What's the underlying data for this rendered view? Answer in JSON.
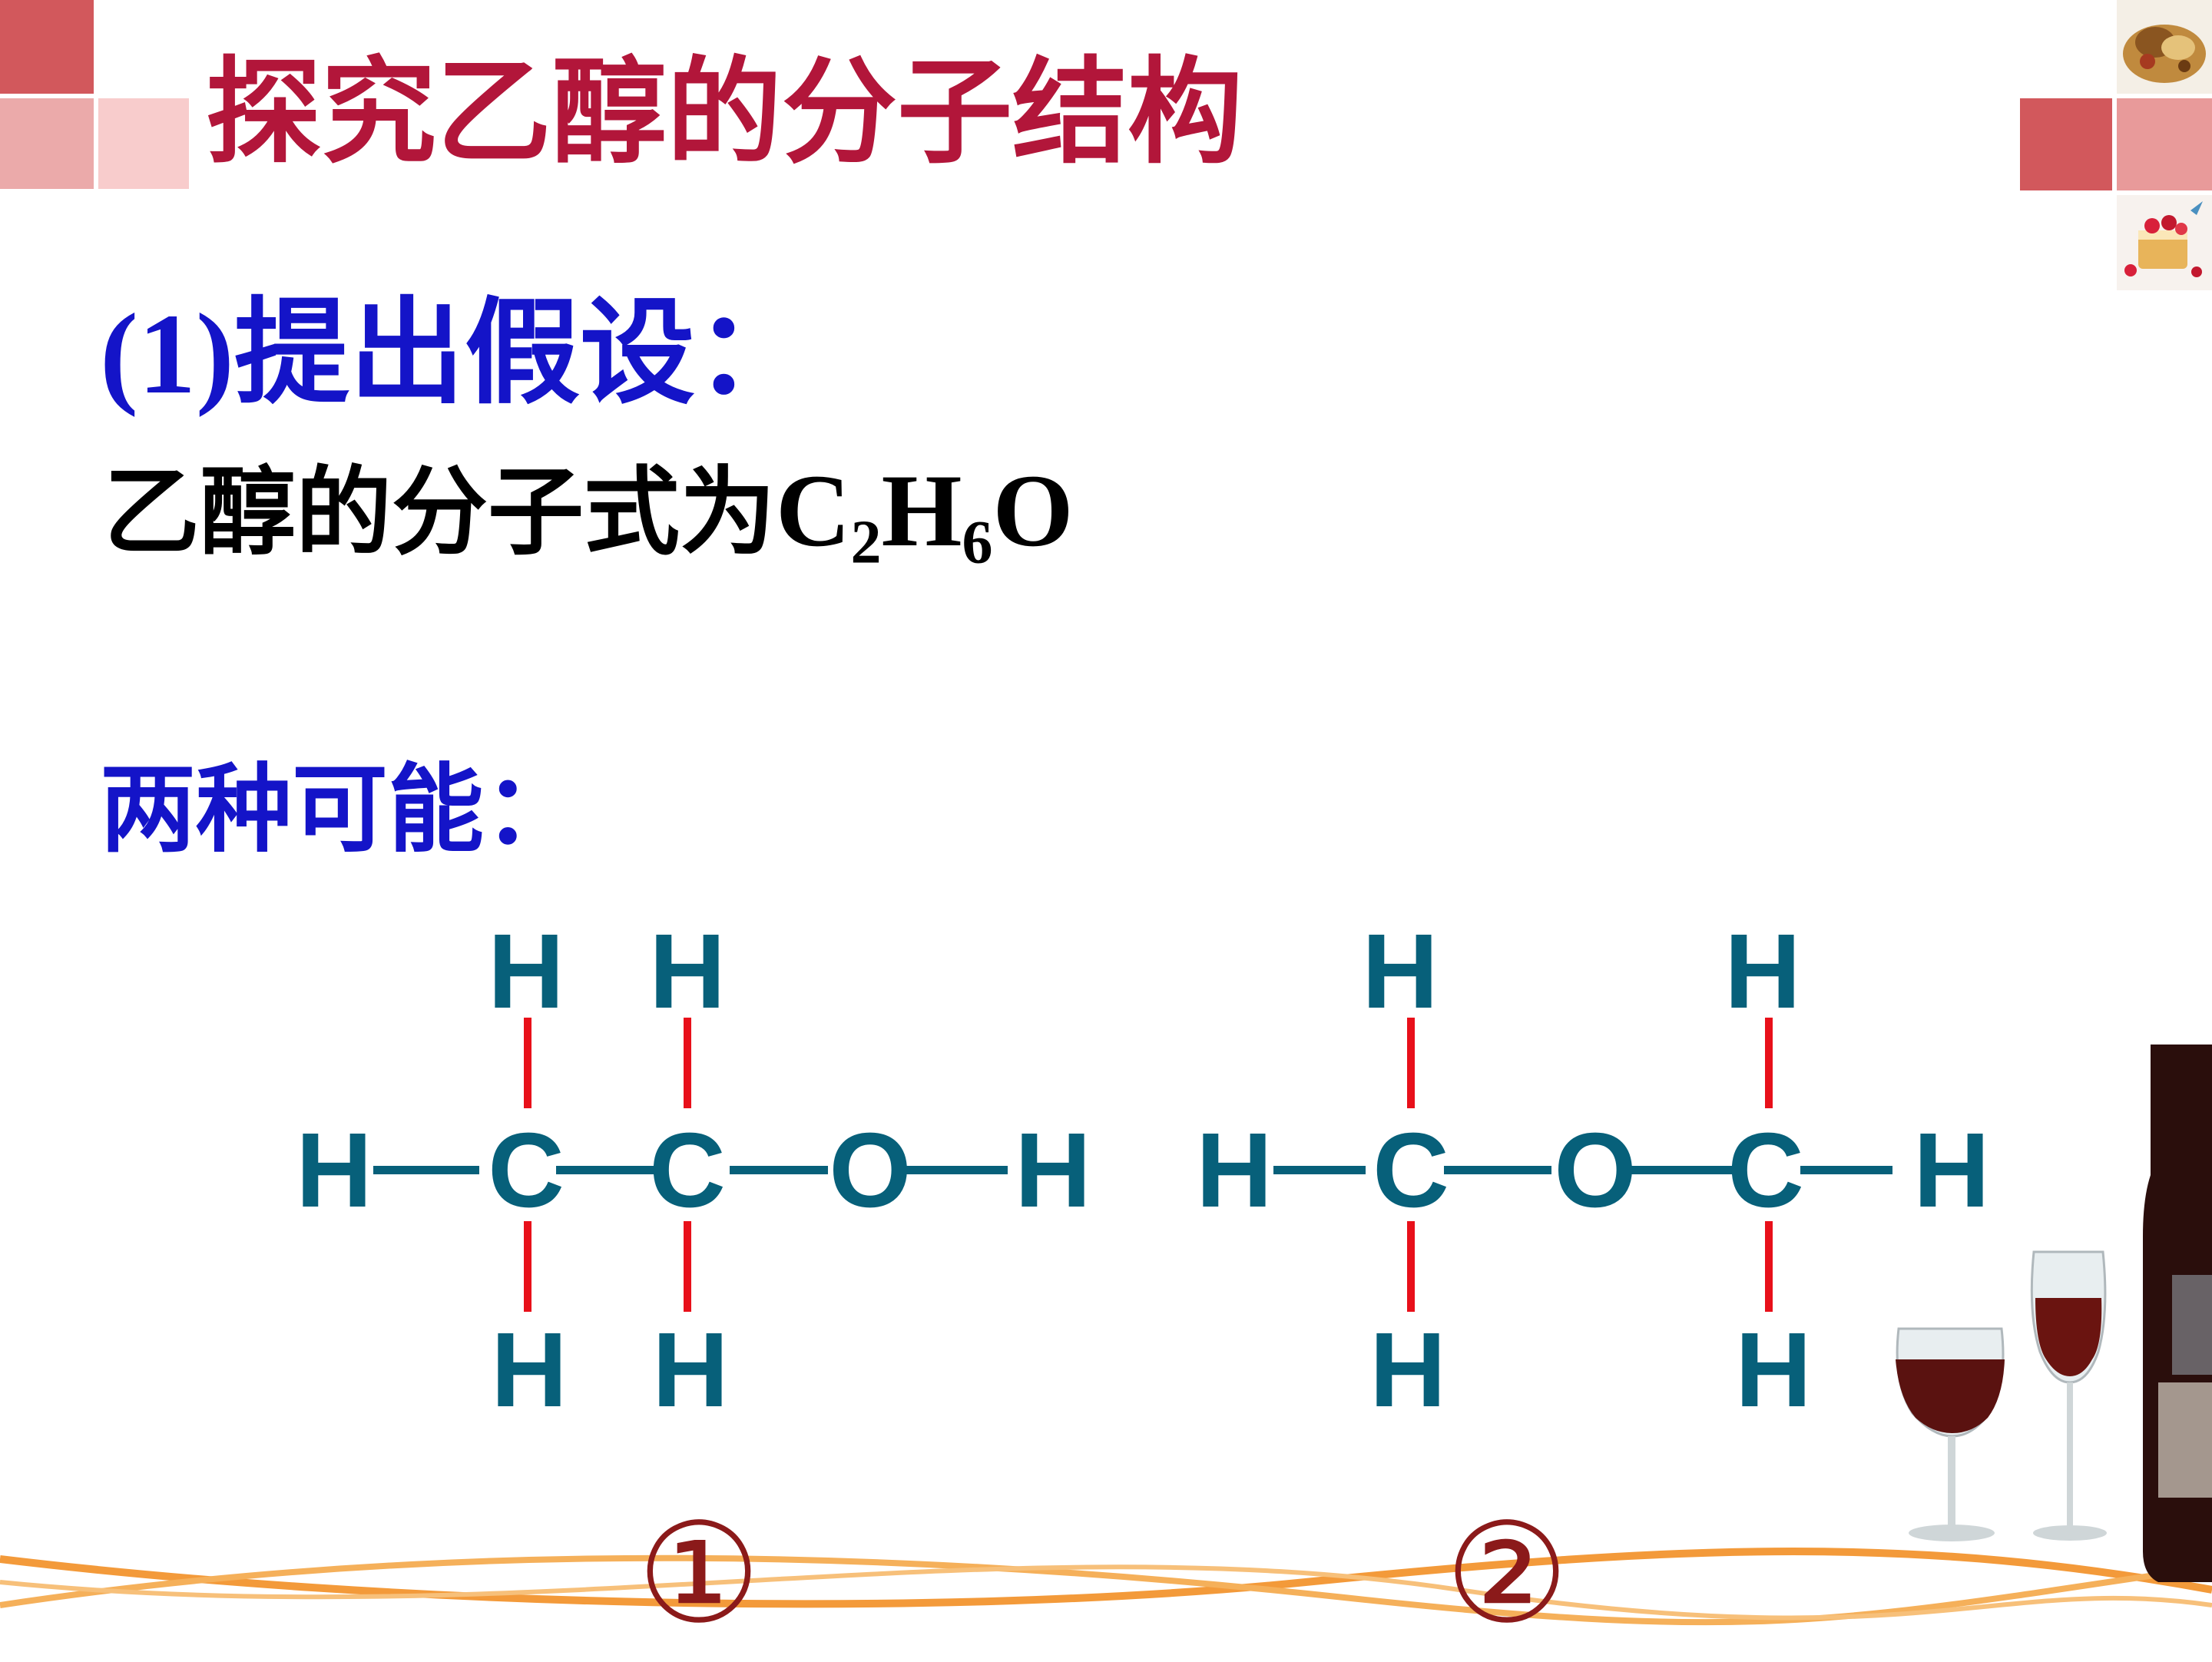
{
  "title": "探究乙醇的分子结构",
  "section1": {
    "heading": "提出假设：",
    "number": "(1)",
    "statement_prefix": "乙醇的分子式为",
    "formula": {
      "c": "C",
      "c_sub": "2",
      "h": "H",
      "h_sub": "6",
      "o": "O"
    }
  },
  "section2": {
    "heading": "两种可能："
  },
  "structure1": {
    "label": "①",
    "atoms": {
      "h_top_1": "H",
      "h_top_2": "H",
      "h_left": "H",
      "c1": "C",
      "c2": "C",
      "o": "O",
      "h_right": "H",
      "h_bottom_1": "H",
      "h_bottom_2": "H"
    }
  },
  "structure2": {
    "label": "②",
    "atoms": {
      "h_top_1": "H",
      "h_top_2": "H",
      "h_left": "H",
      "c1": "C",
      "o": "O",
      "c2": "C",
      "h_right": "H",
      "h_bottom_1": "H",
      "h_bottom_2": "H"
    }
  },
  "colors": {
    "title": "#b2163a",
    "heading": "#1414c8",
    "atom": "#07607a",
    "vertical_bond": "#e8101a",
    "number": "#8b1a1a",
    "decor_square_dark": "#d2585c",
    "decor_square_light": "#ebaaaa",
    "ribbon": "#f39a3a"
  }
}
